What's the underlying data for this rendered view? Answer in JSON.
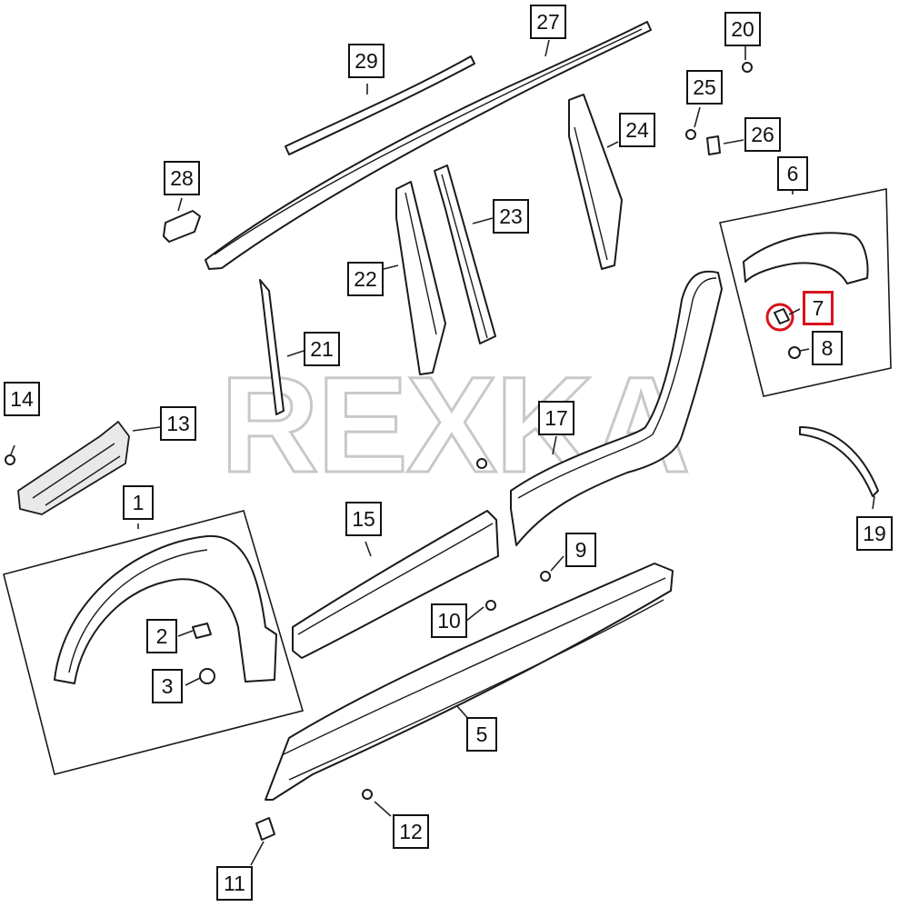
{
  "watermark": "REXKA",
  "callouts": {
    "c1": "1",
    "c2": "2",
    "c3": "3",
    "c5": "5",
    "c6": "6",
    "c7": "7",
    "c8": "8",
    "c9": "9",
    "c10": "10",
    "c11": "11",
    "c12": "12",
    "c13": "13",
    "c14": "14",
    "c15": "15",
    "c17": "17",
    "c19": "19",
    "c20": "20",
    "c21": "21",
    "c22": "22",
    "c23": "23",
    "c24": "24",
    "c25": "25",
    "c26": "26",
    "c27": "27",
    "c28": "28",
    "c29": "29"
  },
  "highlight": {
    "part": "7",
    "color": "#d9121b"
  }
}
